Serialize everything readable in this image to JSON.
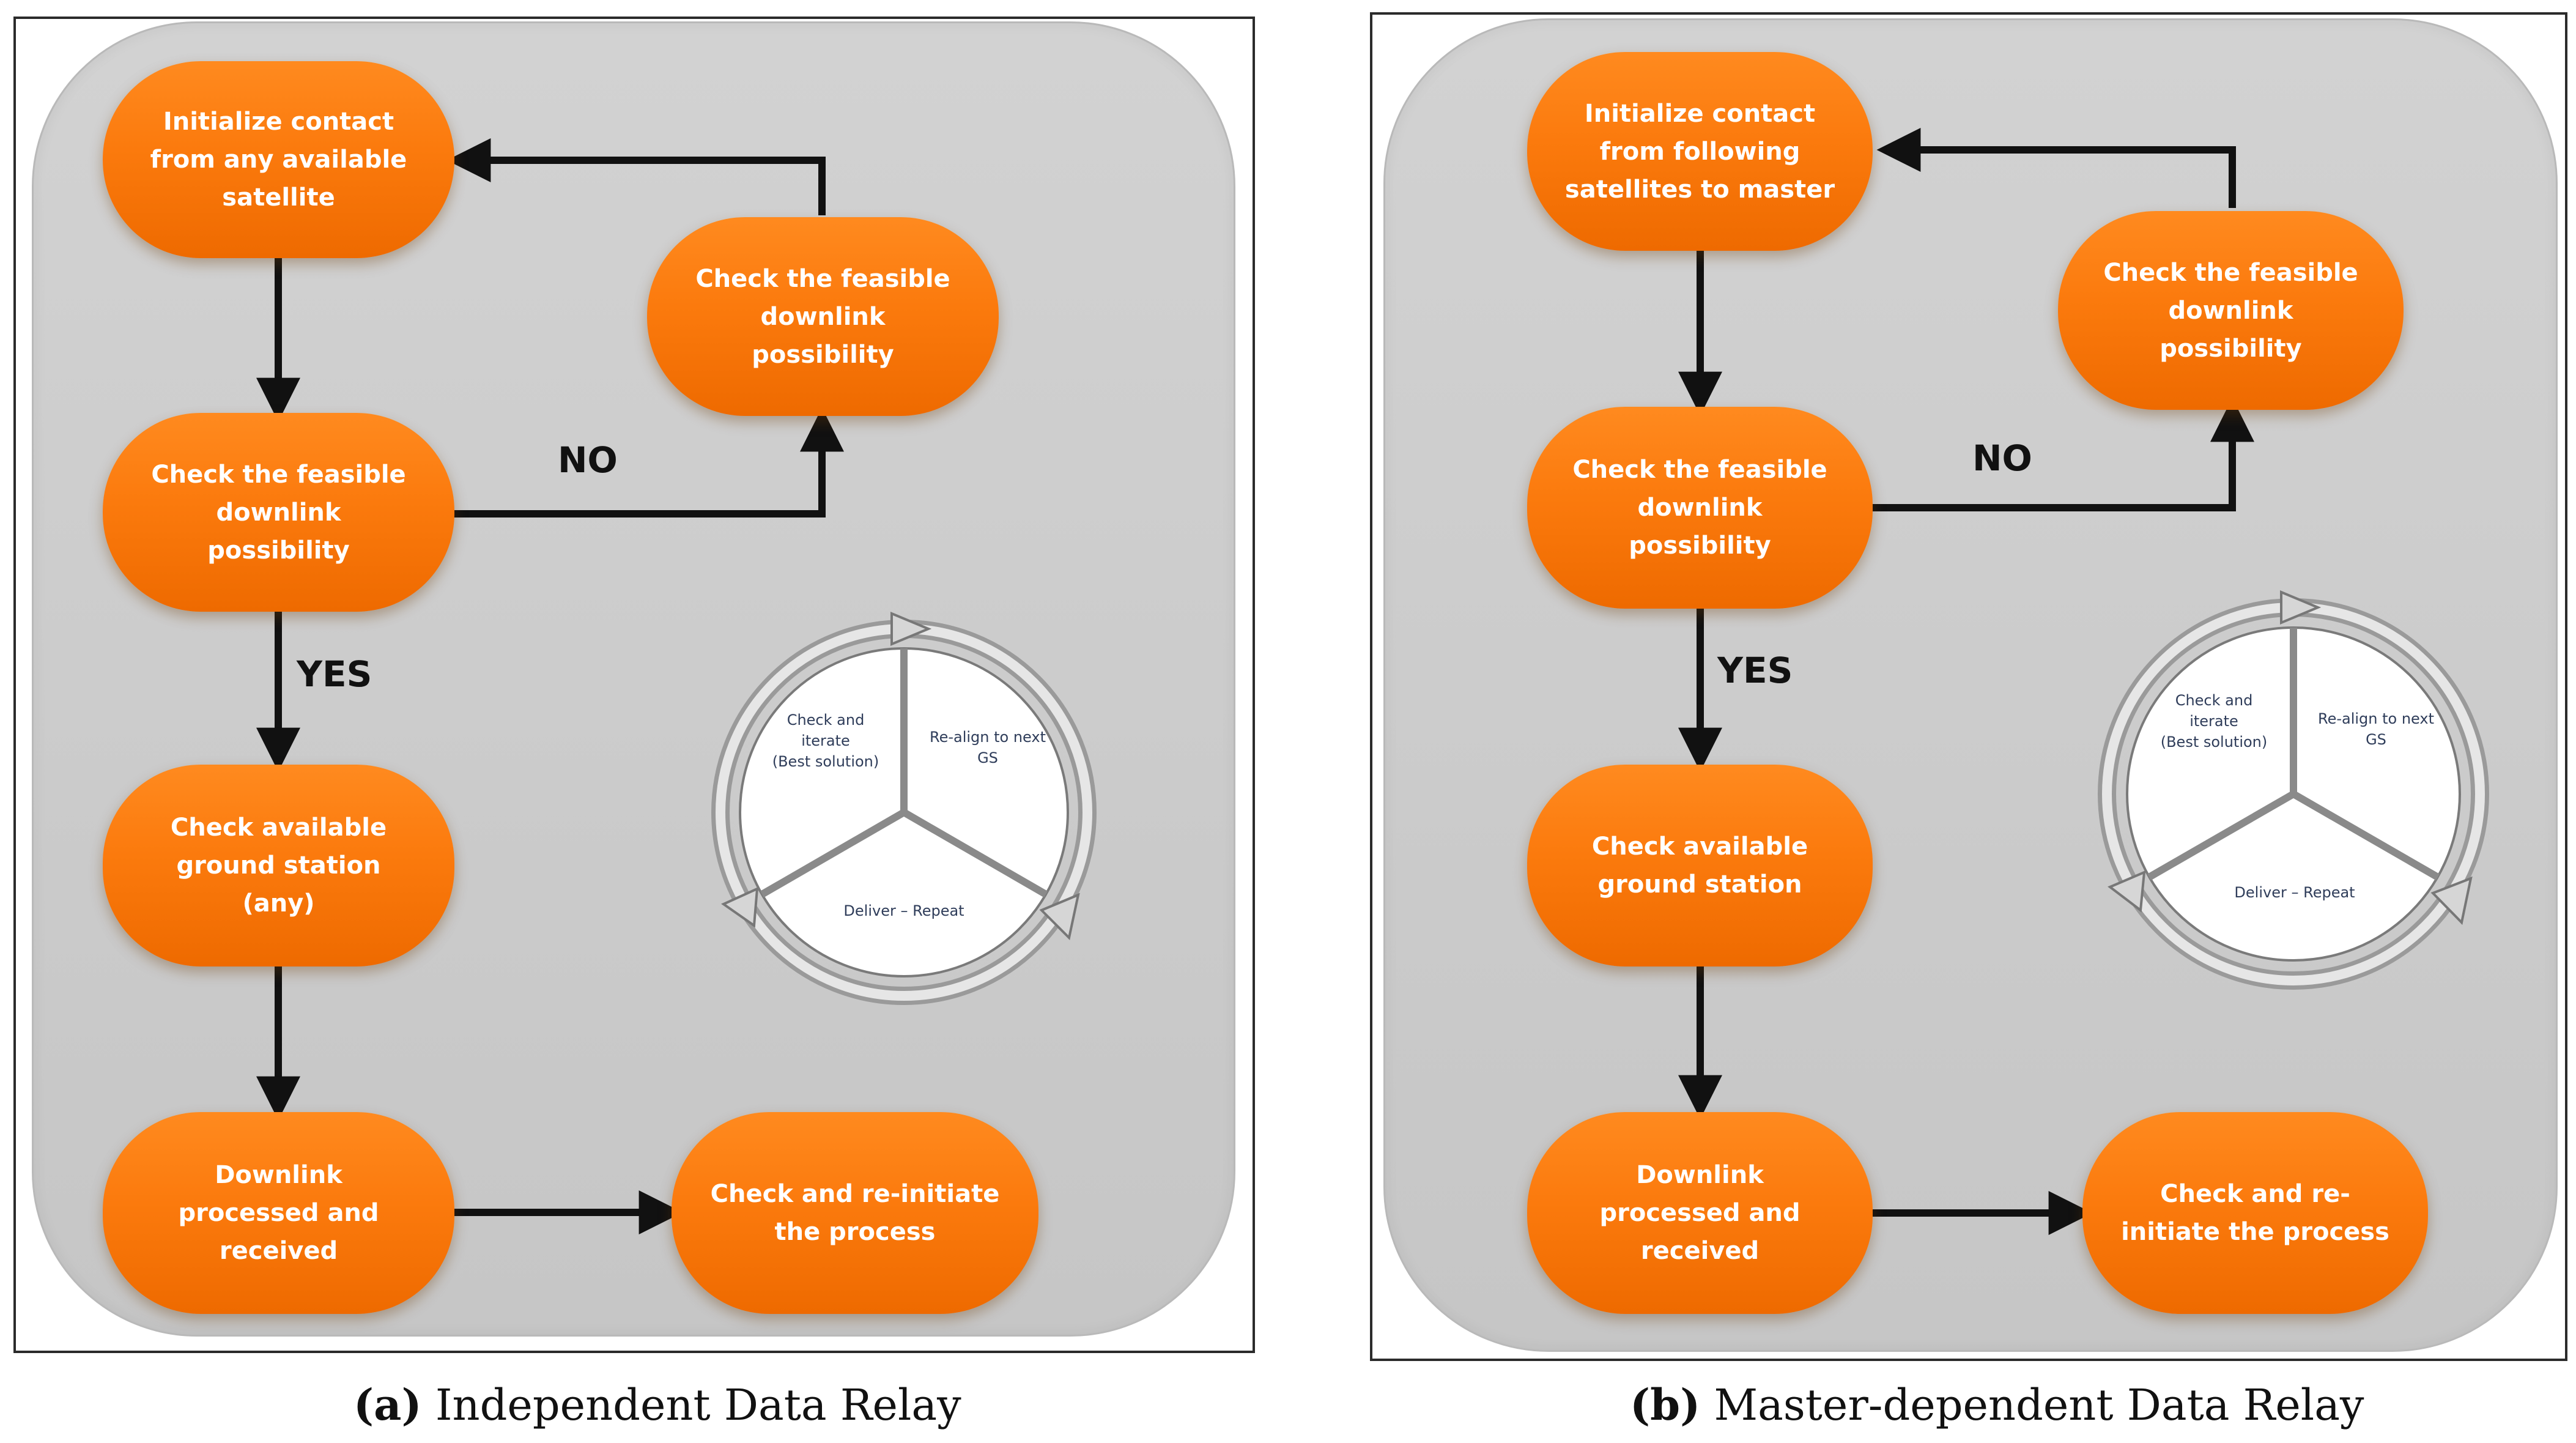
{
  "panel_a": {
    "nodes": {
      "init": "Initialize contact\nfrom any available\nsatellite",
      "check_top": "Check the feasible\ndownlink\npossibility",
      "check_feasible": "Check the feasible\ndownlink\npossibility",
      "check_gs": "Check available\nground station\n(any)",
      "downlink": "Downlink\nprocessed and\nreceived",
      "reinit": "Check and re-initiate\nthe process"
    },
    "labels": {
      "no": "NO",
      "yes": "YES"
    },
    "cycle": {
      "check_iterate": "Check and\niterate\n(Best solution)",
      "realign": "Re-align to next\nGS",
      "deliver": "Deliver – Repeat"
    },
    "caption": {
      "tag": "(a)",
      "text": "Independent Data Relay"
    }
  },
  "panel_b": {
    "nodes": {
      "init": "Initialize contact\nfrom following\nsatellites to master",
      "check_top": "Check the feasible\ndownlink\npossibility",
      "check_feasible": "Check the feasible\ndownlink\npossibility",
      "check_gs": "Check available\nground station",
      "downlink": "Downlink\nprocessed and\nreceived",
      "reinit": "Check and re-\ninitiate the process"
    },
    "labels": {
      "no": "NO",
      "yes": "YES"
    },
    "cycle": {
      "check_iterate": "Check and\niterate\n(Best solution)",
      "realign": "Re-align to next\nGS",
      "deliver": "Deliver – Repeat"
    },
    "caption": {
      "tag": "(b)",
      "text": "Master-dependent Data Relay"
    }
  }
}
